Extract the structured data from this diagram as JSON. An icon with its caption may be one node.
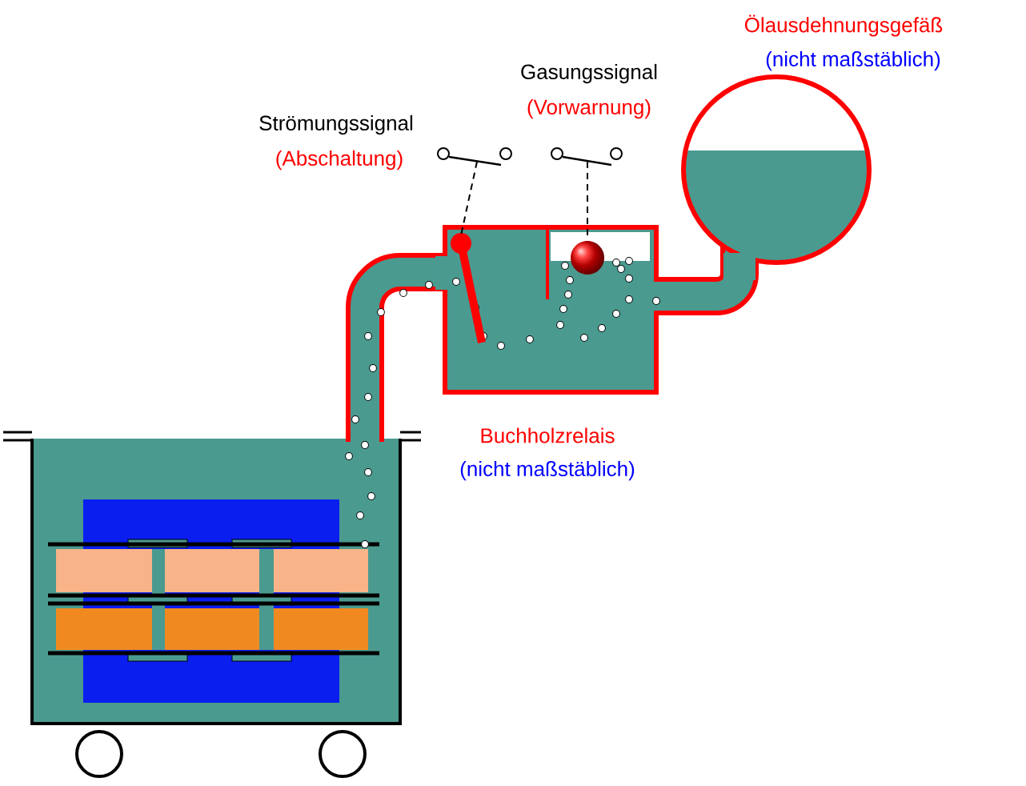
{
  "diagram": {
    "labels": [
      "Strömungssignal",
      "(Abschaltung)",
      "Gasungssignal",
      "(Vorwarnung)",
      "Ölausdehnungsgefäß",
      "(nicht maßstäblich)",
      "Buchholzrelais",
      "(nicht maßstäblich)"
    ]
  }
}
